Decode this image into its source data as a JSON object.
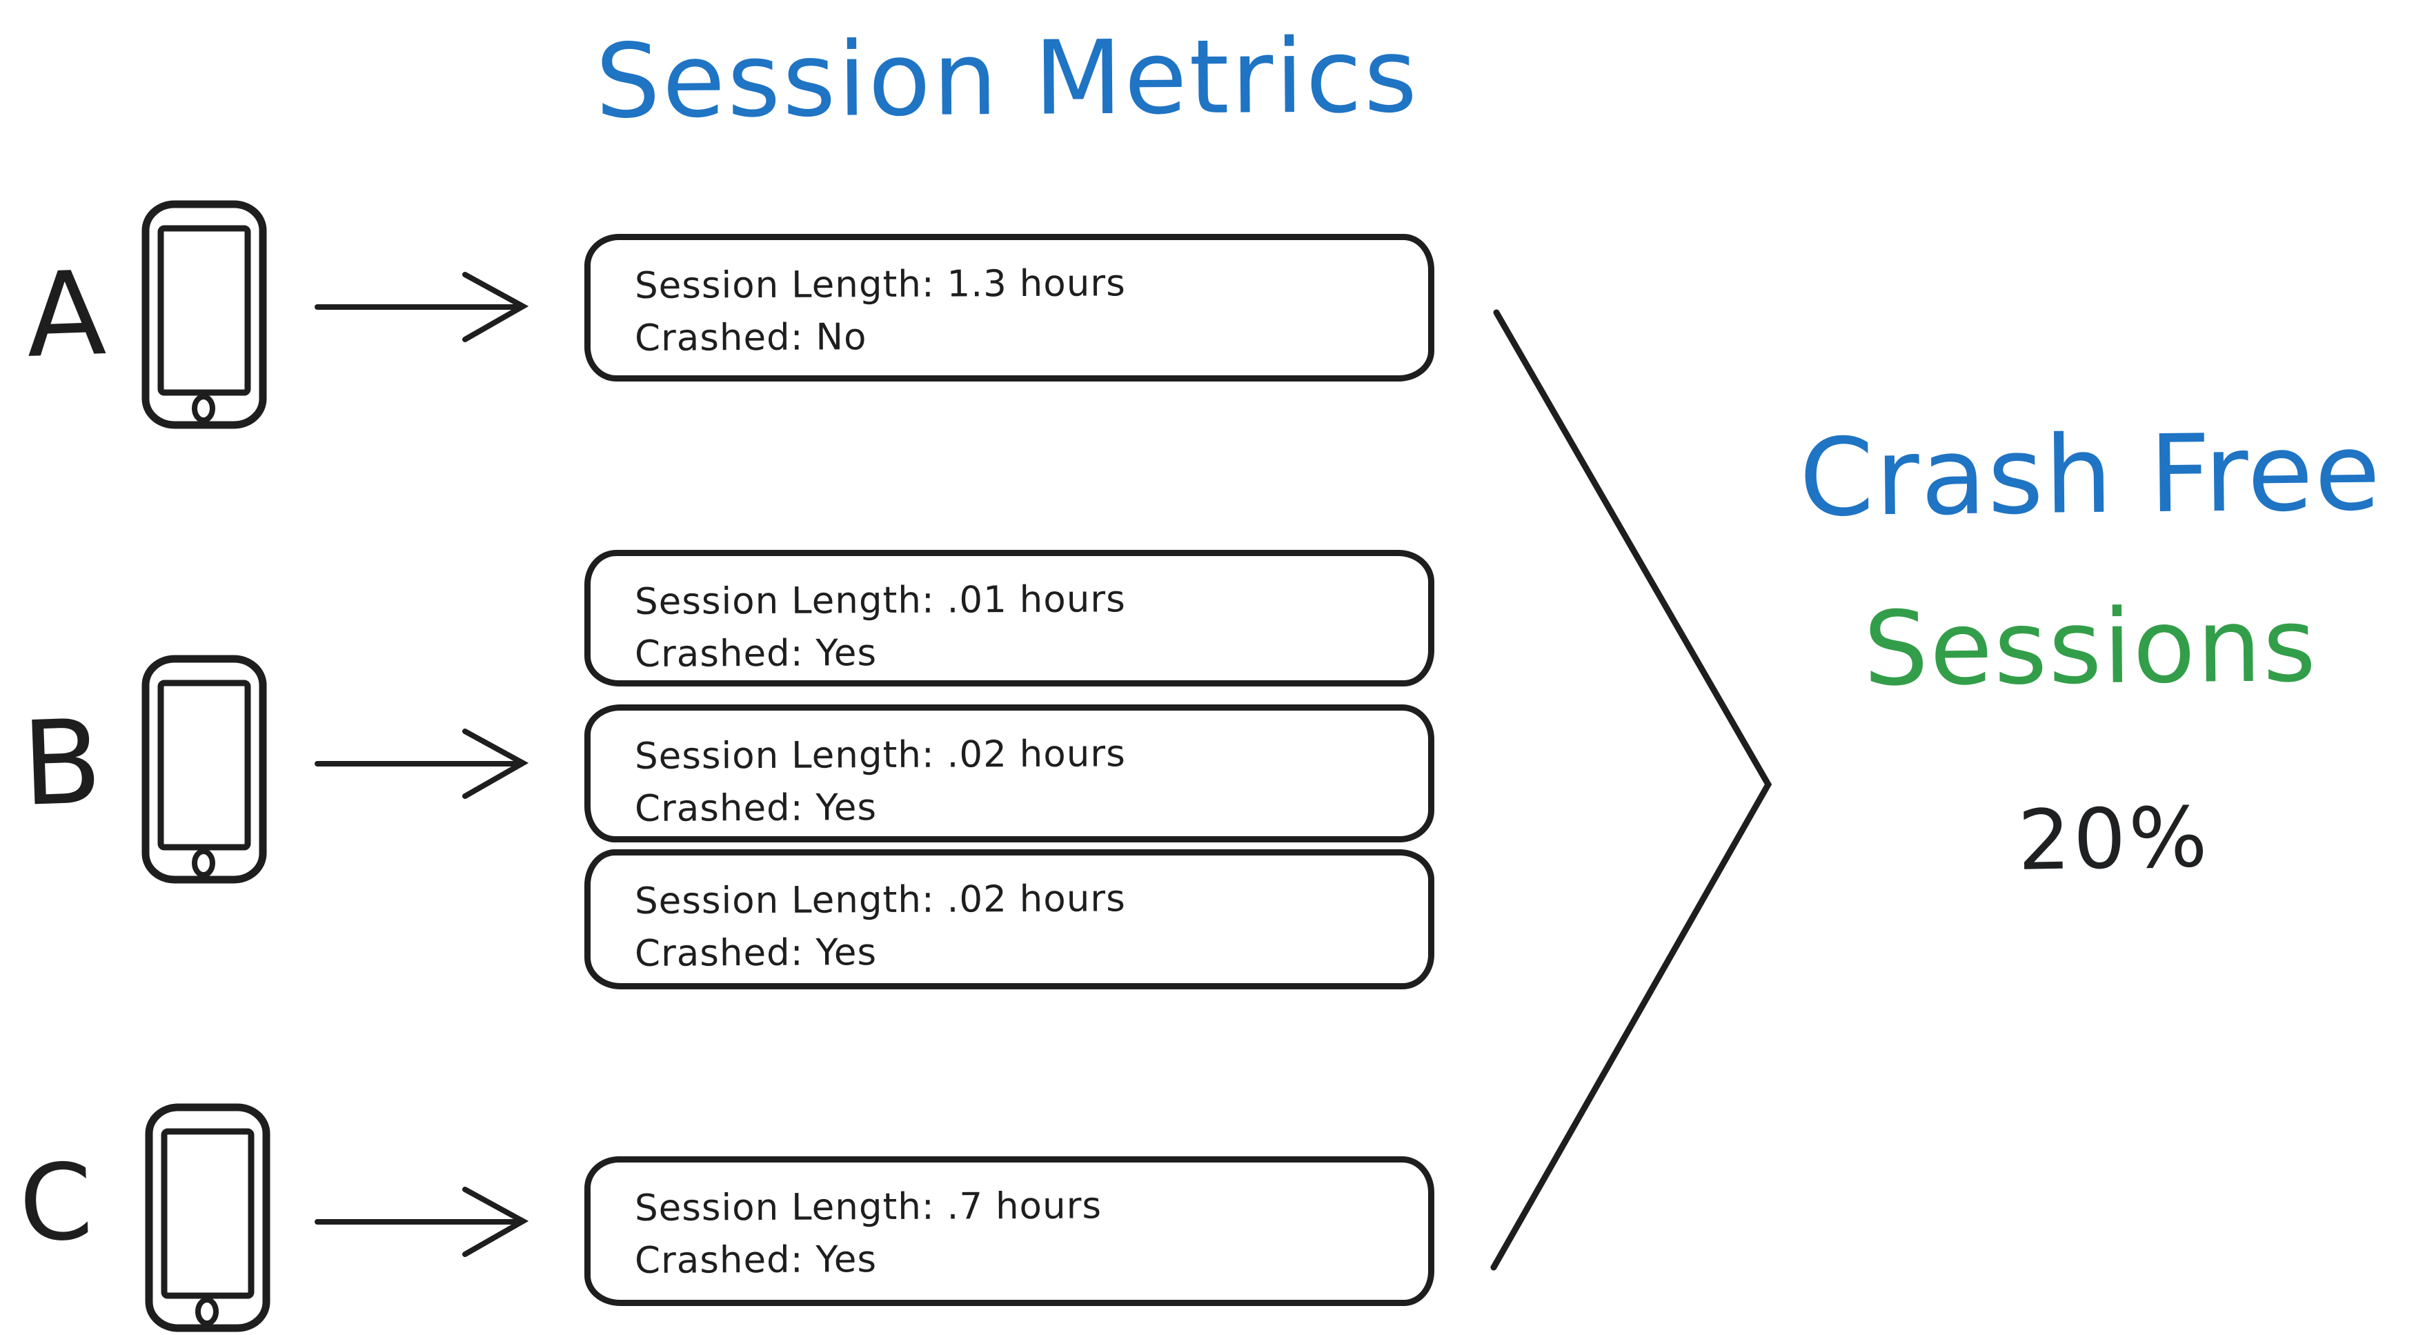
{
  "title": "Session Metrics",
  "palette": {
    "blue": "#1f74c4",
    "green": "#339e49",
    "ink": "#1e1e1e",
    "background": "#ffffff"
  },
  "devices": [
    {
      "label": "A"
    },
    {
      "label": "B"
    },
    {
      "label": "C"
    }
  ],
  "session_boxes": [
    {
      "device": "A",
      "line1": "Session Length: 1.3 hours",
      "line2": "Crashed: No"
    },
    {
      "device": "B",
      "line1": "Session Length: .01 hours",
      "line2": "Crashed: Yes"
    },
    {
      "device": "B",
      "line1": "Session Length: .02 hours",
      "line2": "Crashed: Yes"
    },
    {
      "device": "B",
      "line1": "Session Length: .02 hours",
      "line2": "Crashed: Yes"
    },
    {
      "device": "C",
      "line1": "Session Length: .7 hours",
      "line2": "Crashed: Yes"
    }
  ],
  "result": {
    "line1": "Crash Free",
    "line2": "Sessions",
    "value": "20%"
  }
}
